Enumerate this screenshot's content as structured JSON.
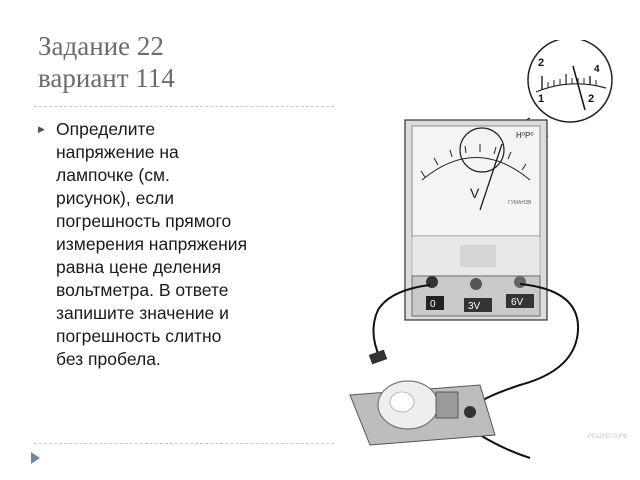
{
  "slide": {
    "title_line1": "Задание 22",
    "title_line2": "вариант 114",
    "body_lines": [
      "Определите",
      "напряжение на",
      "лампочке (см.",
      "рисунок), если",
      "погрешность прямого",
      "измерения напряжения",
      "равна цене деления",
      "вольтметра. В ответе",
      "запишите значение и",
      "погрешность слитно",
      "без пробела."
    ]
  },
  "figure": {
    "magnifier_labels": [
      "2",
      "4",
      "1",
      "2"
    ],
    "meter_symbol": "V",
    "meter_brand": "Н⁰Р⁰",
    "meter_small_text": "ГУМАНЗВ",
    "terminals": [
      "0",
      "3V",
      "6V"
    ],
    "watermark": "РЕШУЕГЭ.РФ"
  },
  "colors": {
    "title": "#6b6b6b",
    "text": "#1a1a1a",
    "nav": "#6e86a8",
    "rule": "#c8c8c8"
  }
}
